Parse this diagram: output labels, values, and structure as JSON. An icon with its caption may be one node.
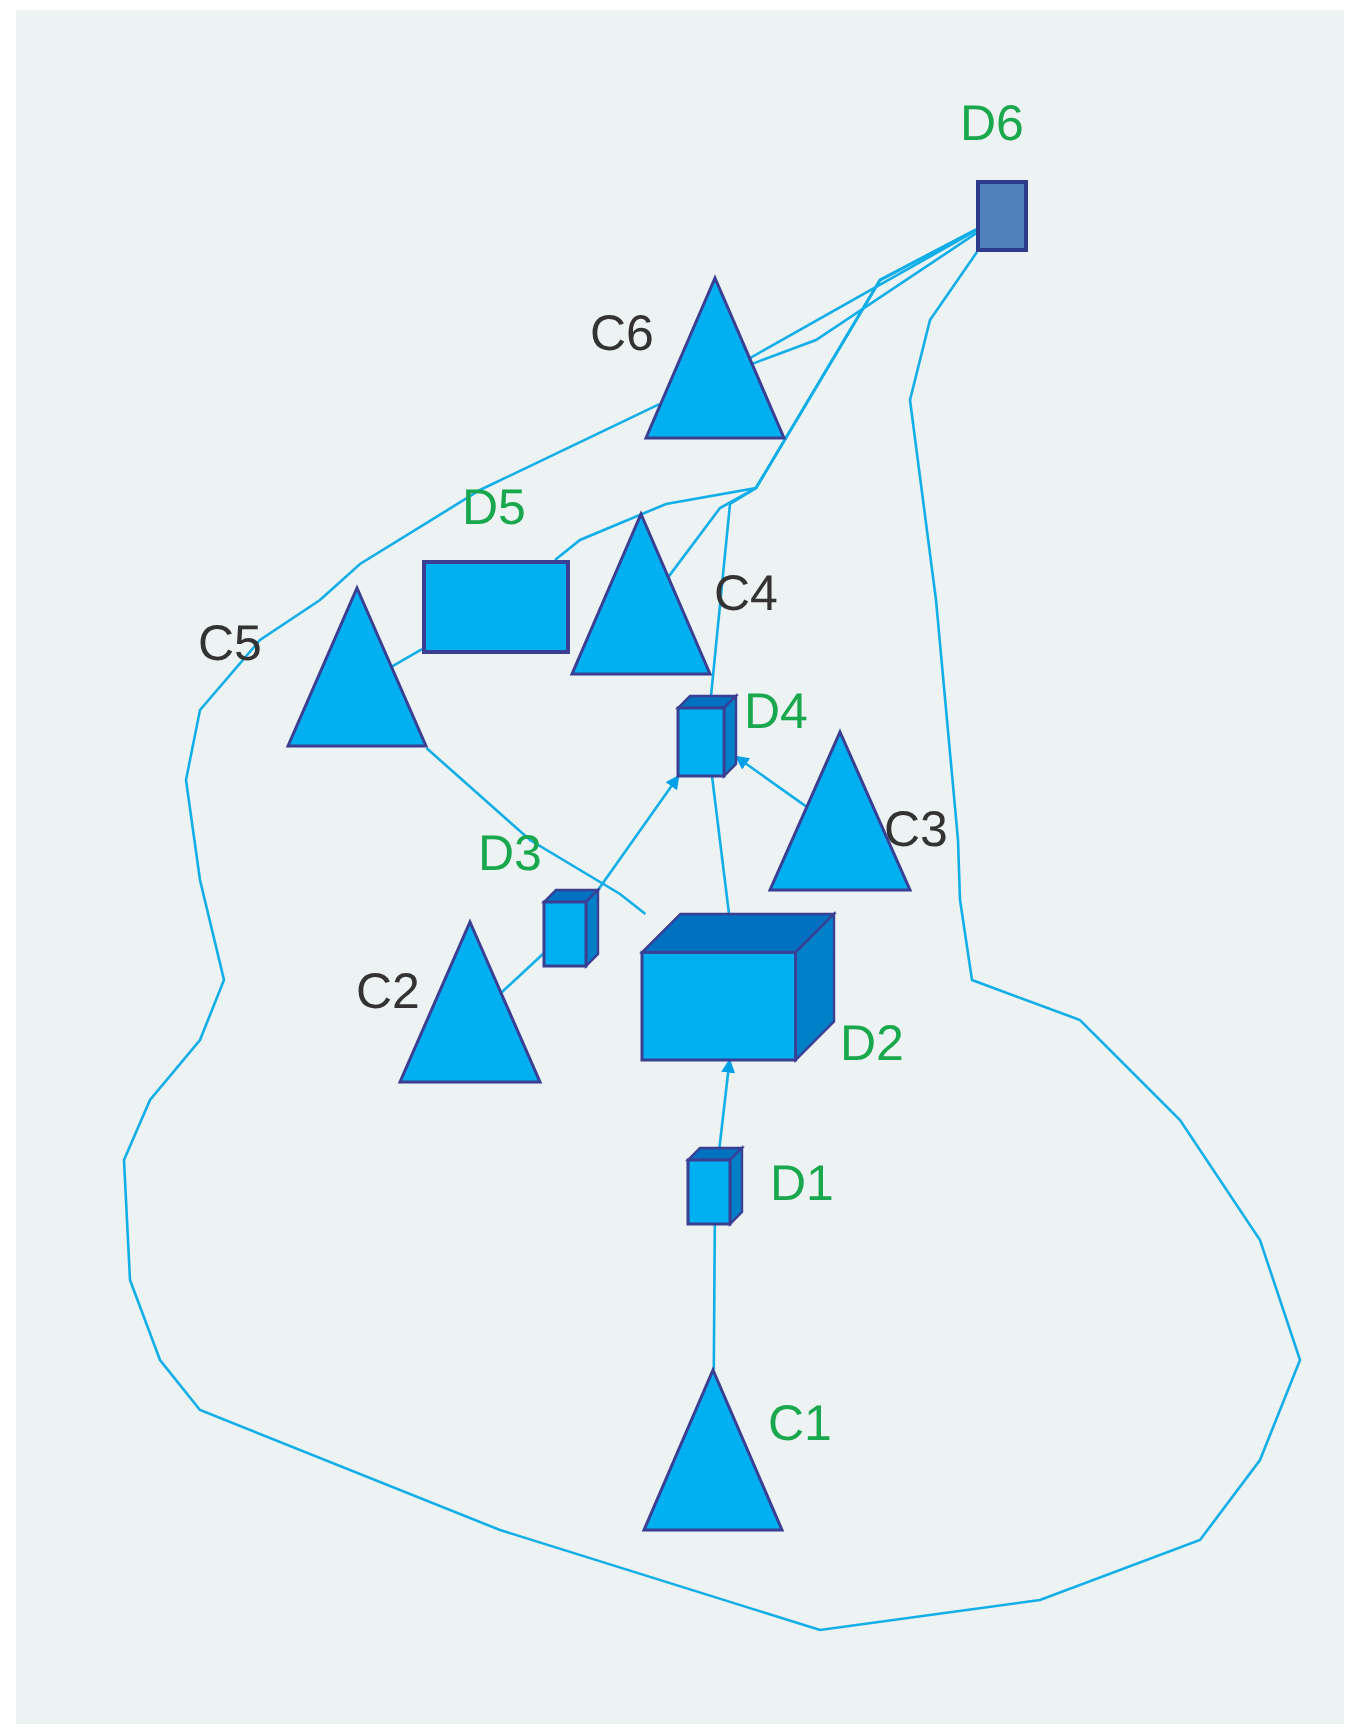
{
  "diagram": {
    "nodes": [
      {
        "text": [
          "D6"
        ]
      },
      {
        "text": [
          "C6"
        ]
      },
      {
        "text": [
          "D5"
        ]
      },
      {
        "text": [
          "C4"
        ]
      },
      {
        "text": [
          "C5"
        ]
      },
      {
        "text": [
          "D4"
        ]
      },
      {
        "text": [
          "C3"
        ]
      },
      {
        "text": [
          "D3"
        ]
      },
      {
        "text": [
          "C2"
        ]
      },
      {
        "text": [
          "D2"
        ]
      },
      {
        "text": [
          "D1"
        ]
      },
      {
        "text": [
          "C1"
        ]
      }
    ],
    "edges": [
      {
        "from": 0,
        "to": 1,
        "arrow": "none"
      },
      {
        "from": 0,
        "to": 1,
        "arrow": "none"
      },
      {
        "from": 1,
        "to": 0,
        "arrow": "none"
      },
      {
        "from": 0,
        "to": 2,
        "arrow": "none"
      },
      {
        "from": 0,
        "to": 3,
        "arrow": "none"
      },
      {
        "from": 0,
        "to": 5,
        "arrow": "none"
      },
      {
        "from": 2,
        "to": 4,
        "arrow": "none"
      },
      {
        "from": 4,
        "to": 9,
        "arrow": "none"
      },
      {
        "from": 9,
        "to": 5,
        "arrow": "none"
      },
      {
        "from": 6,
        "to": 5,
        "arrow": "to"
      },
      {
        "from": 8,
        "to": 7,
        "arrow": "none"
      },
      {
        "from": 7,
        "to": 5,
        "arrow": "to"
      },
      {
        "from": 10,
        "to": 9,
        "arrow": "to"
      },
      {
        "from": 11,
        "to": 10,
        "arrow": "none"
      }
    ]
  }
}
